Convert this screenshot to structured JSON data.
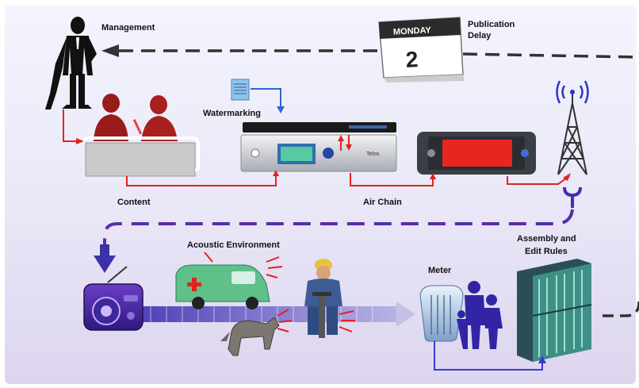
{
  "labels": {
    "management": "Management",
    "publication_delay_line1": "Publication",
    "publication_delay_line2": "Delay",
    "watermarking": "Watermarking",
    "content": "Content",
    "air_chain": "Air Chain",
    "acoustic_environment": "Acoustic Environment",
    "assembly_line1": "Assembly and",
    "assembly_line2": "Edit Rules",
    "meter": "Meter"
  },
  "calendar": {
    "day": "MONDAY",
    "number": "2"
  },
  "colors": {
    "background_top": "#eef0fb",
    "background_bottom": "#e3dcf2",
    "red_line": "#e8201c",
    "purple_dash": "#5b2ca8",
    "blue_line": "#3d3ad0",
    "dark_dash": "#333333",
    "equipment_silver": "#c9cdd3",
    "transmitter_red": "#e8261f",
    "server_green": "#3f8f86"
  }
}
